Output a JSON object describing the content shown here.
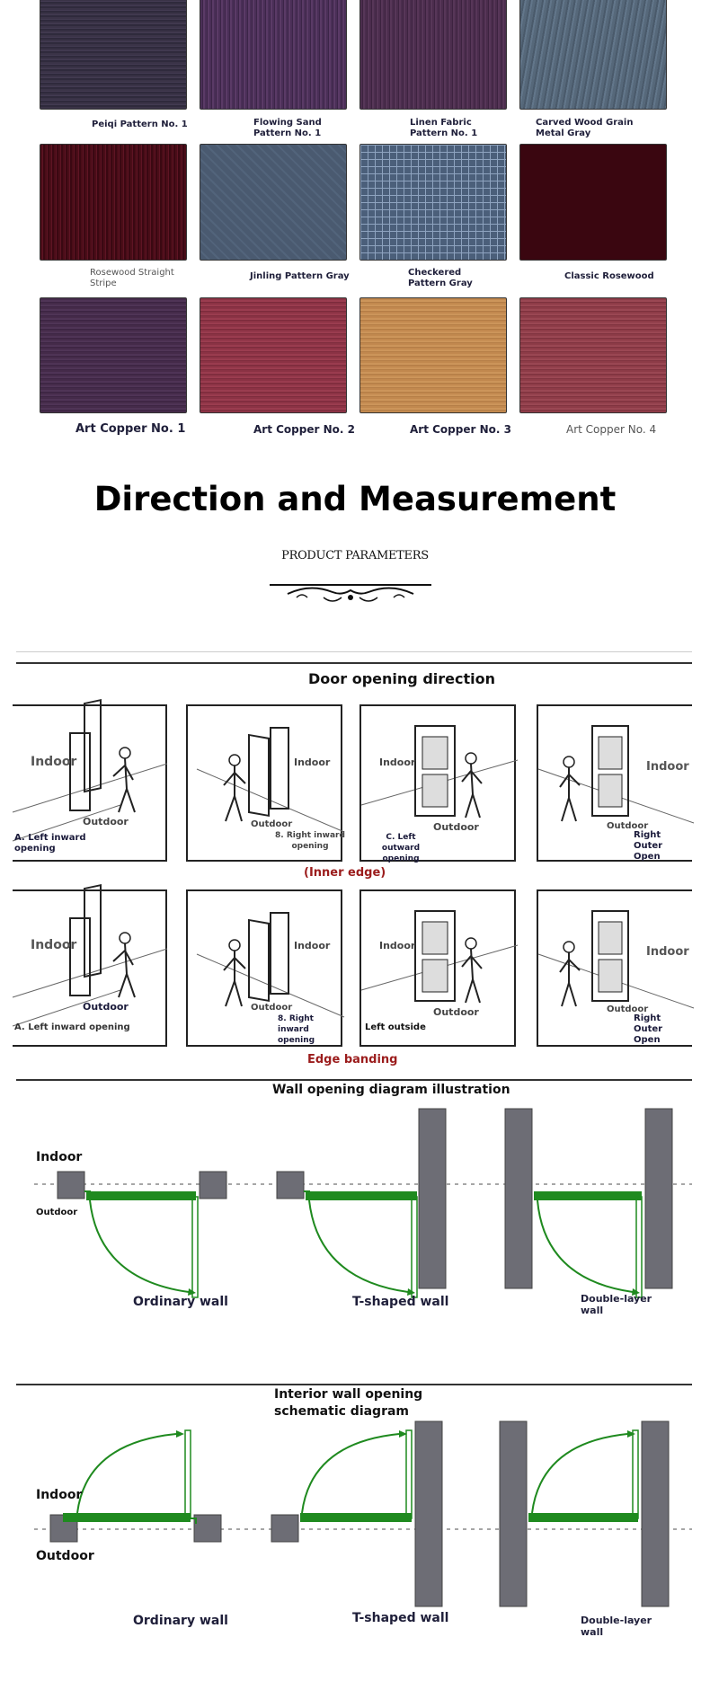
{
  "swatches": {
    "row1": [
      {
        "label": "Peiqi Pattern No. 1",
        "color": "#3a3347"
      },
      {
        "label": "Flowing Sand Pattern No. 1",
        "color": "#4a2f57"
      },
      {
        "label": "Linen Fabric Pattern No. 1",
        "color": "#4b2d4d"
      },
      {
        "label": "Carved Wood Grain Metal Gray",
        "color": "#56687a"
      }
    ],
    "row2": [
      {
        "label": "Rosewood Straight Stripe",
        "color": "#4a0d18"
      },
      {
        "label": "Jinling Pattern Gray",
        "color": "#4a5a70"
      },
      {
        "label": "Checkered Pattern Gray",
        "color": "#4b5f7a"
      },
      {
        "label": "Classic Rosewood",
        "color": "#3a0610"
      }
    ],
    "row3": [
      {
        "label": "Art Copper No. 1",
        "color": "#452b4a"
      },
      {
        "label": "Art Copper No. 2",
        "color": "#8c3345"
      },
      {
        "label": "Art Copper No. 3",
        "color": "#c2894f"
      },
      {
        "label": "Art Copper No. 4",
        "color": "#8e3c48"
      }
    ]
  },
  "heading": {
    "title": "Direction and Measurement",
    "subtitle": "PRODUCT PARAMETERS"
  },
  "door_direction": {
    "title": "Door opening direction",
    "row1": [
      {
        "indoor": "Indoor",
        "outdoor": "Outdoor",
        "caption": "A. Left inward opening"
      },
      {
        "indoor": "Indoor",
        "outdoor": "Outdoor",
        "caption": "8. Right inward opening"
      },
      {
        "indoor": "Indoor",
        "outdoor": "Outdoor",
        "caption": "C. Left outward opening"
      },
      {
        "indoor": "Indoor",
        "outdoor": "Outdoor",
        "caption": "Right Outer Open"
      }
    ],
    "row1_note": "(Inner edge)",
    "row2": [
      {
        "indoor": "Indoor",
        "outdoor": "Outdoor",
        "caption": "A. Left inward opening"
      },
      {
        "indoor": "Indoor",
        "outdoor": "Outdoor",
        "caption": "8. Right inward opening"
      },
      {
        "indoor": "Indoor",
        "outdoor": "Outdoor",
        "caption": "Left outside"
      },
      {
        "indoor": "Indoor",
        "outdoor": "Outdoor",
        "caption": "Right Outer Open"
      }
    ],
    "row2_note": "Edge banding"
  },
  "wall_opening": {
    "title": "Wall opening diagram illustration",
    "indoor": "Indoor",
    "outdoor": "Outdoor",
    "labels": [
      "Ordinary wall",
      "T-shaped wall",
      "Double-layer wall"
    ]
  },
  "interior_wall": {
    "title": "Interior wall opening schematic diagram",
    "indoor": "Indoor",
    "outdoor": "Outdoor",
    "labels": [
      "Ordinary wall",
      "T-shaped wall",
      "Double-layer wall"
    ]
  },
  "colors": {
    "door_green": "#1f8a1f",
    "wall_gray": "#6d6d75"
  }
}
